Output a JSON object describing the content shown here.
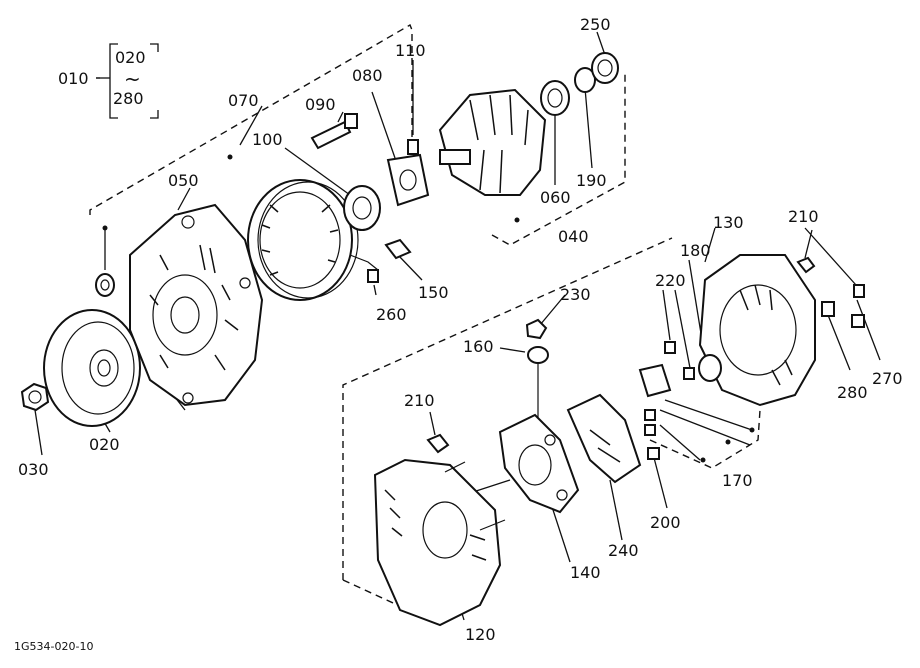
{
  "diagram": {
    "group_top": "020",
    "group_tilde": "~",
    "group_bottom": "280",
    "drawing_code": "1G534-020-10",
    "labels": {
      "p010": "010",
      "p020": "020",
      "p030": "030",
      "p040": "040",
      "p050": "050",
      "p060": "060",
      "p070": "070",
      "p080": "080",
      "p090": "090",
      "p100": "100",
      "p110": "110",
      "p120": "120",
      "p130": "130",
      "p140": "140",
      "p150": "150",
      "p160": "160",
      "p170": "170",
      "p180": "180",
      "p190": "190",
      "p200": "200",
      "p210a": "210",
      "p210b": "210",
      "p220": "220",
      "p230": "230",
      "p240": "240",
      "p250": "250",
      "p260": "260",
      "p270": "270",
      "p280": "280"
    }
  }
}
